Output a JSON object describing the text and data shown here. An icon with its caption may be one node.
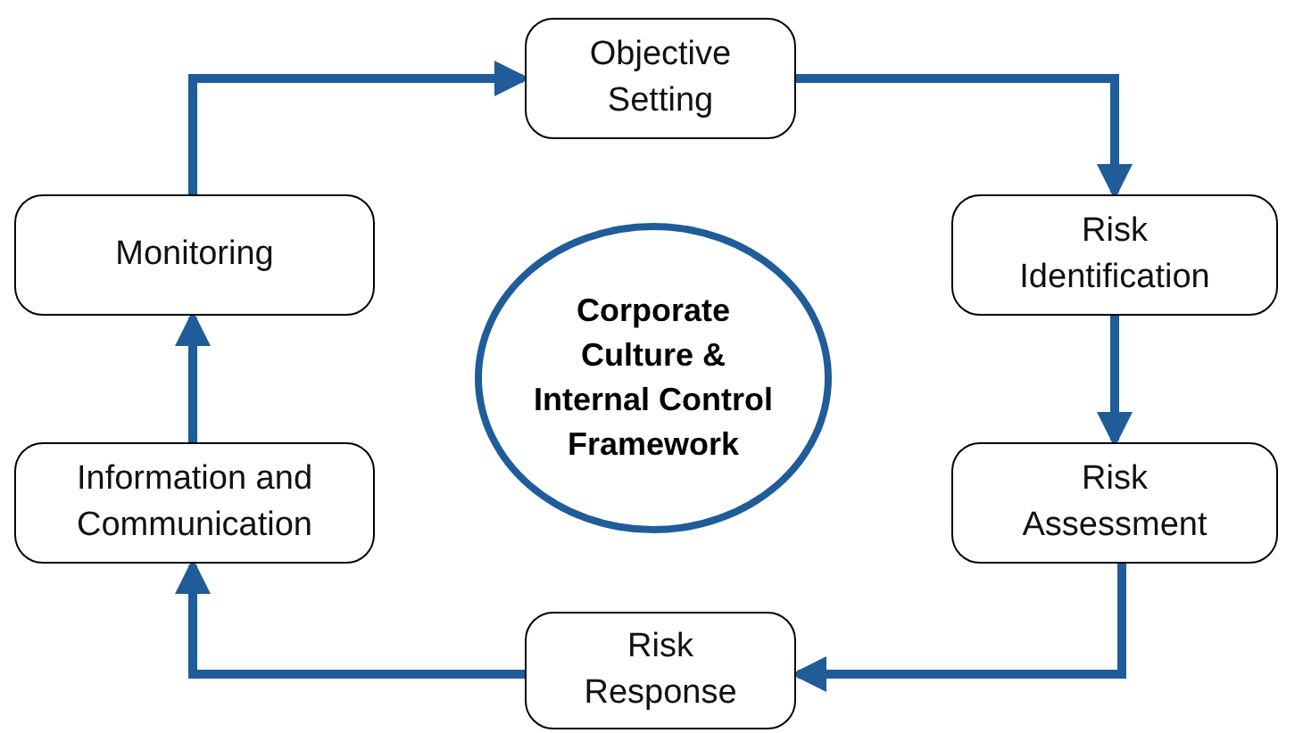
{
  "diagram": {
    "nodes": [
      {
        "text": [
          "Objective Setting"
        ]
      },
      {
        "text": [
          "Risk Identification"
        ]
      },
      {
        "text": [
          "Risk Assessment"
        ]
      },
      {
        "text": [
          "Risk Response"
        ]
      },
      {
        "text": [
          "Information and Communication"
        ]
      },
      {
        "text": [
          "Monitoring"
        ]
      },
      {
        "text": [
          "Corporate Culture & Internal Control Framework"
        ]
      }
    ],
    "edges": [
      {
        "from": 0,
        "to": 1,
        "arrow": "to"
      },
      {
        "from": 1,
        "to": 2,
        "arrow": "to"
      },
      {
        "from": 2,
        "to": 3,
        "arrow": "to"
      },
      {
        "from": 3,
        "to": 4,
        "arrow": "to"
      },
      {
        "from": 4,
        "to": 5,
        "arrow": "to"
      },
      {
        "from": 5,
        "to": 0,
        "arrow": "to"
      }
    ]
  }
}
